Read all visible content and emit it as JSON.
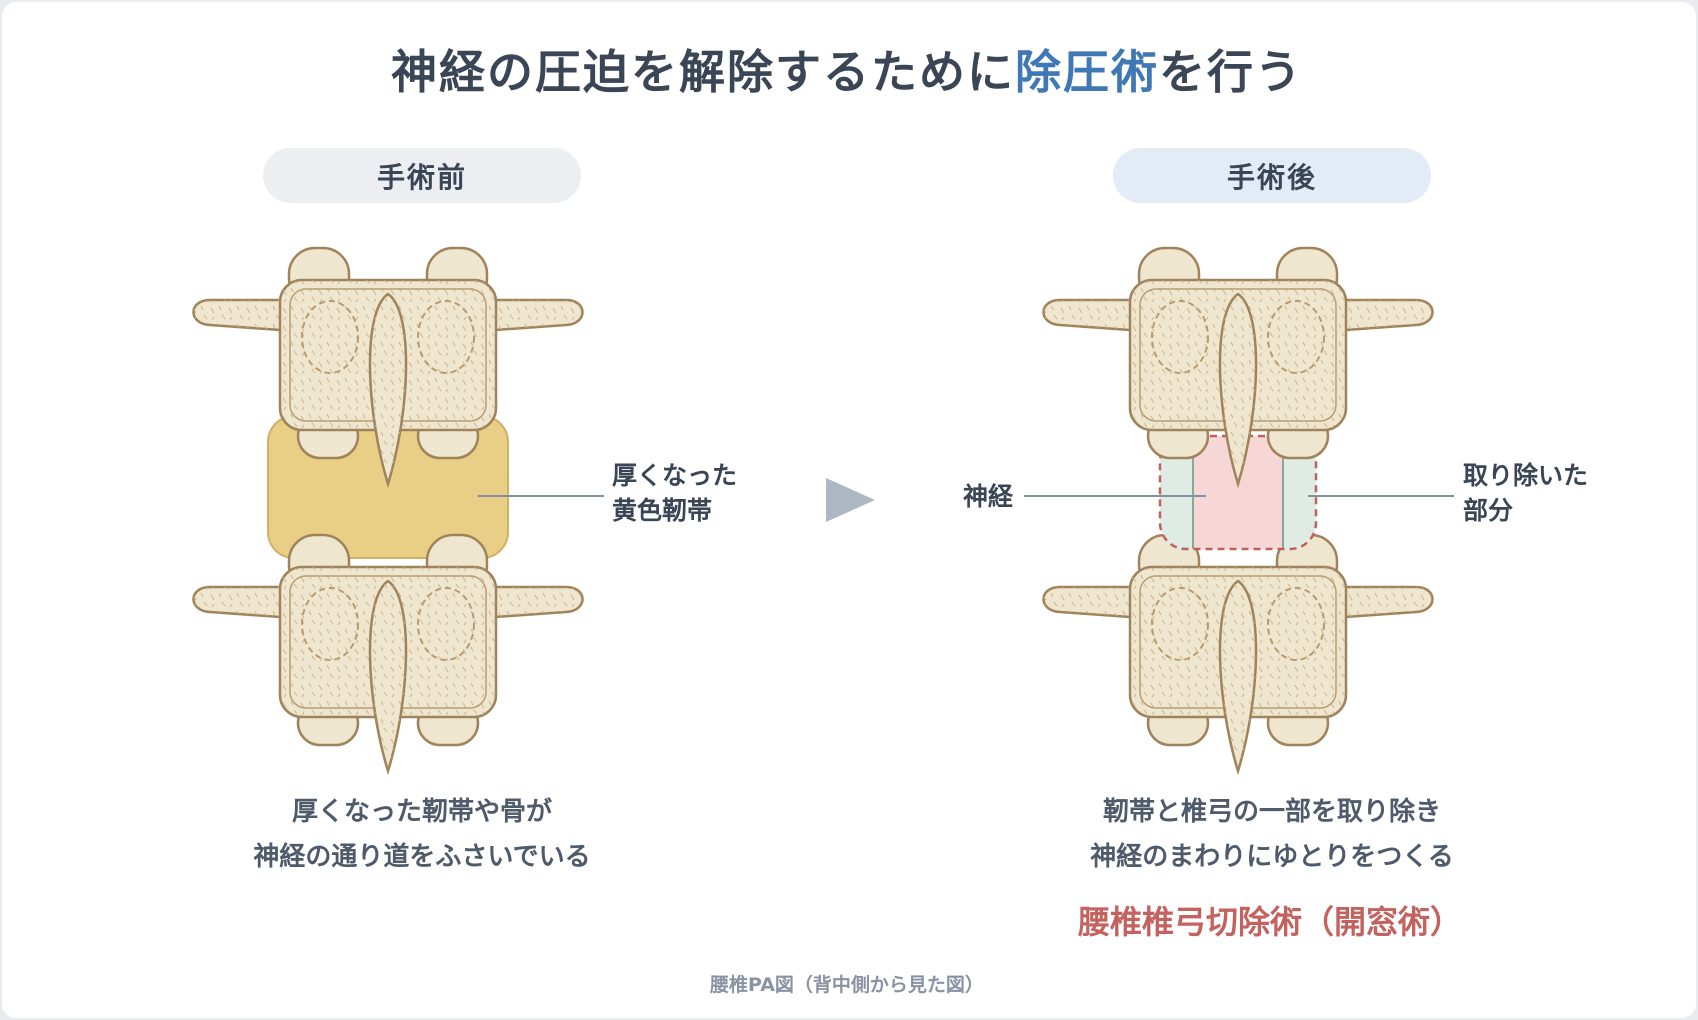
{
  "title": {
    "part1": "神経の圧迫を解除するために",
    "highlight": "除圧術",
    "part2": "を行う"
  },
  "before": {
    "pill": "手術前",
    "ligament_label_line1": "厚くなった",
    "ligament_label_line2": "黄色靭帯",
    "caption_line1": "厚くなった靭帯や骨が",
    "caption_line2": "神経の通り道をふさいでいる"
  },
  "after": {
    "pill": "手術後",
    "nerve_label": "神経",
    "removed_label_line1": "取り除いた",
    "removed_label_line2": "部分",
    "caption_line1": "靭帯と椎弓の一部を取り除き",
    "caption_line2": "神経のまわりにゆとりをつくる",
    "procedure": "腰椎椎弓切除術（開窓術）"
  },
  "footer": "腰椎PA図（背中側から見た図）",
  "colors": {
    "bone_fill": "#efe6cf",
    "bone_stroke": "#a0835a",
    "ligament_fill": "#e9cf85",
    "nerve_fill": "#f7d6d6",
    "removed_fill": "#dfece4",
    "dashed_border": "#c0605d",
    "arrow": "#aeb8c5",
    "title_highlight": "#3f78b5",
    "procedure_text": "#c4625f"
  }
}
